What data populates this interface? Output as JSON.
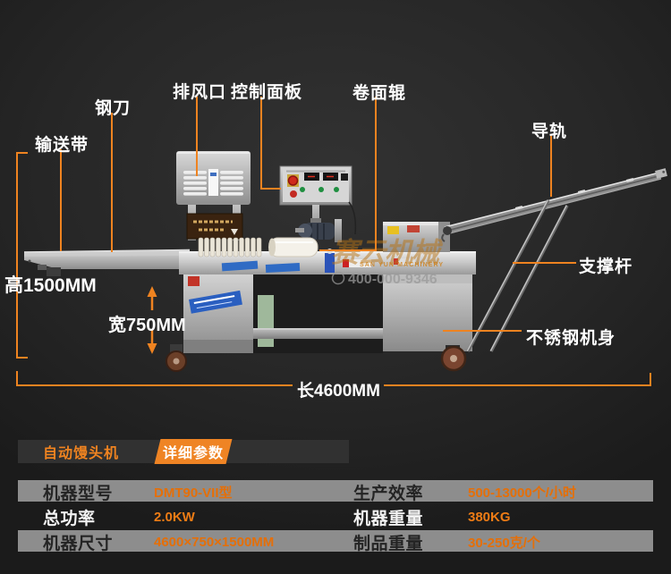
{
  "watermark": {
    "brand": "赛云机械",
    "latin": "SAN YUN MACHINERY",
    "phone": "400-000-9346"
  },
  "callouts": {
    "exhaust_vent": "排风口",
    "control_panel": "控制面板",
    "rolling_roller": "卷面辊",
    "steel_knife": "钢刀",
    "conveyor_belt": "输送带",
    "guide_rail": "导轨",
    "support_rod": "支撑杆",
    "stainless_body": "不锈钢机身"
  },
  "dimensions": {
    "height": "高1500MM",
    "width": "宽750MM",
    "length": "长4600MM"
  },
  "specs": {
    "product_name": "自动馒头机",
    "detail_tab": "详细参数",
    "rows": [
      {
        "label_left": "机器型号",
        "value_left": "DMT90-VII型",
        "label_right": "生产效率",
        "value_right": "500-13000个/小时"
      },
      {
        "label_left": "总功率",
        "value_left": "2.0KW",
        "label_right": "机器重量",
        "value_right": "380KG"
      },
      {
        "label_left": "机器尺寸",
        "value_left": "4600×750×1500MM",
        "label_right": "制品重量",
        "value_right": "30-250克/个"
      }
    ]
  },
  "colors": {
    "accent": "#ef8320",
    "row_gray": "#8d8d8d",
    "background": "#262626"
  }
}
